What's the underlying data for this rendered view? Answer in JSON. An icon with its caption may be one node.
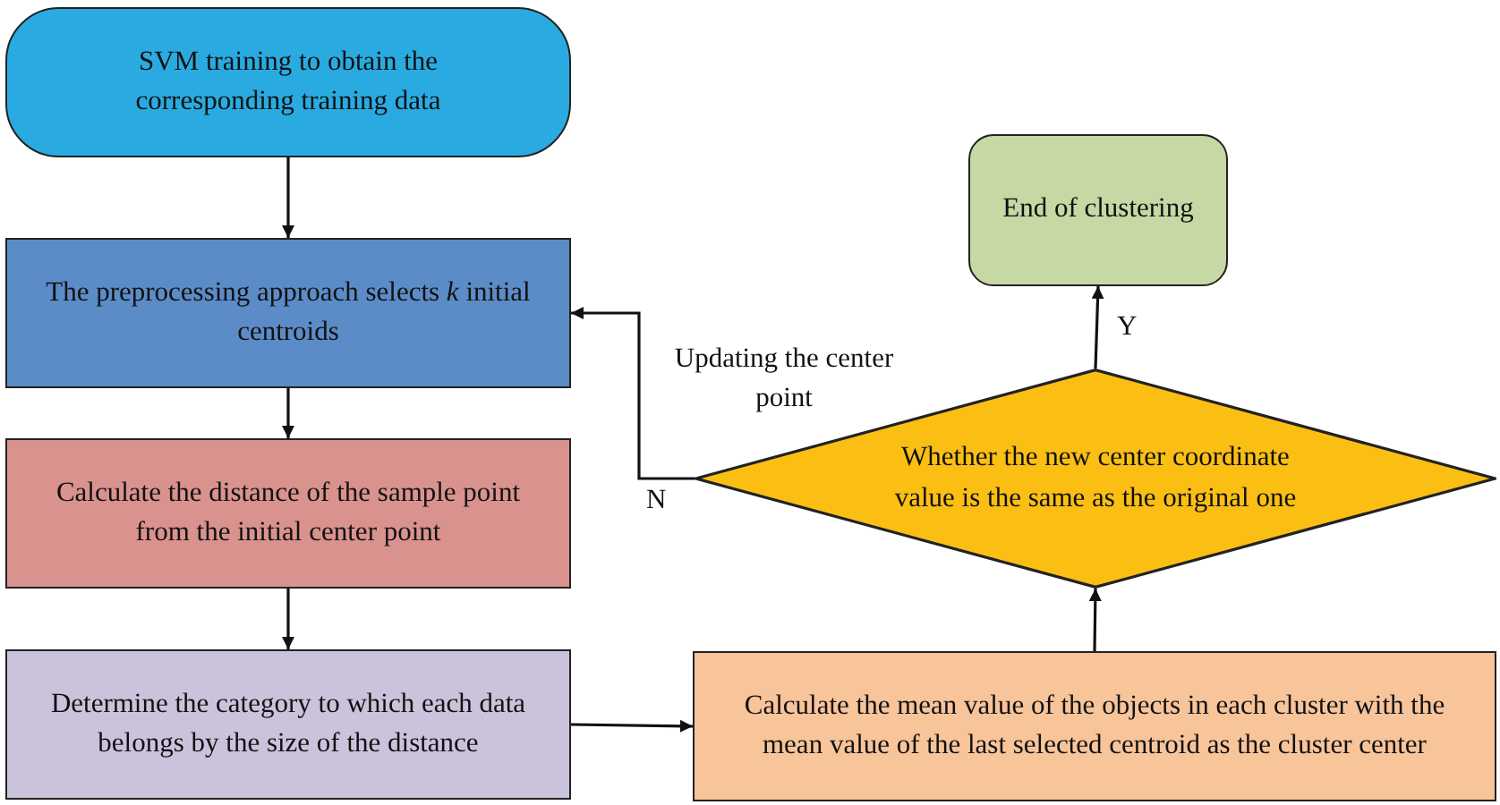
{
  "diagram": {
    "nodes": [
      {
        "text": [
          "SVM training to obtain the corresponding training data"
        ]
      },
      {
        "text": [
          "The preprocessing approach selects *k* initial centroids"
        ]
      },
      {
        "text": [
          "Calculate the distance of the sample point from the initial center point"
        ]
      },
      {
        "text": [
          "Determine the category to which each data belongs by the size of the distance"
        ]
      },
      {
        "text": [
          "Calculate the mean value of the objects in each cluster with the mean value of the last selected centroid as the cluster center"
        ]
      },
      {
        "text": [
          "Whether the new center coordinate value is the same as the original one"
        ]
      },
      {
        "text": [
          "End of clustering"
        ]
      }
    ],
    "edges": [
      {
        "from": 0,
        "to": 1,
        "arrow": "to"
      },
      {
        "from": 1,
        "to": 2,
        "arrow": "to"
      },
      {
        "from": 2,
        "to": 3,
        "arrow": "to"
      },
      {
        "from": 3,
        "to": 4,
        "arrow": "to"
      },
      {
        "from": 4,
        "to": 5,
        "arrow": "to"
      },
      {
        "from": 5,
        "to": 6,
        "arrow": "to",
        "label": "Y"
      },
      {
        "from": 5,
        "to": 1,
        "arrow": "to",
        "label": "N"
      }
    ],
    "labels": [
      "Updating the center point"
    ]
  }
}
